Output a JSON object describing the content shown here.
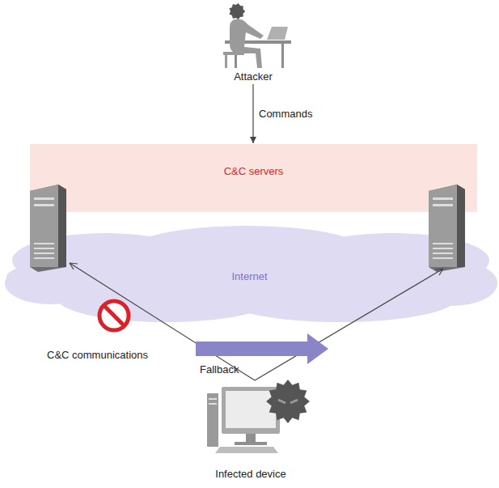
{
  "diagram": {
    "nodes": [
      {
        "text": [
          "Attacker"
        ]
      },
      {
        "text": [
          "C&C servers"
        ]
      },
      {
        "text": [
          "Internet"
        ]
      },
      {
        "text": [
          "Infected device"
        ]
      }
    ],
    "edges": [
      {
        "from": 0,
        "to": 1,
        "label": "Commands",
        "arrow": "to"
      }
    ],
    "labels": [
      "C&C communications",
      "Fallback"
    ]
  }
}
